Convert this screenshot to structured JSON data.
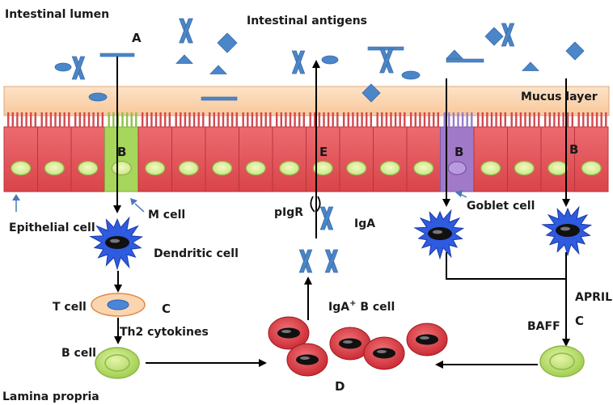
{
  "labels": {
    "intestinal_lumen": "Intestinal lumen",
    "intestinal_antigens": "Intestinal antigens",
    "mucus_layer": "Mucus layer",
    "epithelial_cell": "Epithelial cell",
    "m_cell": "M cell",
    "goblet_cell": "Goblet cell",
    "dendritic_cell": "Dendritic cell",
    "t_cell": "T cell",
    "th2_cytokines": "Th2 cytokines",
    "b_cell": "B cell",
    "lamina_propria": "Lamina propria",
    "pigr": "pIgR",
    "iga": "IgA",
    "iga_b_cell_main": "IgA",
    "iga_b_cell_sup": "+",
    "iga_b_cell_rest": " B cell",
    "april": "APRIL",
    "baff": "BAFF"
  },
  "letters": {
    "a": "A",
    "b_mcell": "B",
    "b_goblet": "B",
    "b_right": "B",
    "c_tcell": "C",
    "c_right": "C",
    "d": "D",
    "e": "E"
  },
  "colors": {
    "epithelium": "#e6545a",
    "mucus": "#fbd6b2",
    "m_cell": "#a6d65c",
    "goblet_cell": "#a07ac8",
    "antigen": "#4a86c8",
    "dendritic": "#2a52d8",
    "plasma_cell": "#e03038"
  }
}
